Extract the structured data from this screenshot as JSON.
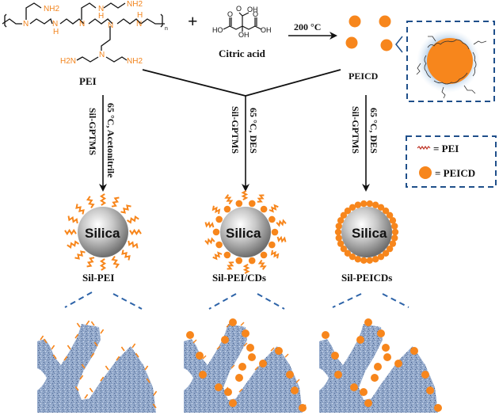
{
  "reactants": {
    "pei_label": "PEI",
    "plus": "+",
    "citric_acid_label": "Citric acid",
    "citric_acid_groups": [
      "OH",
      "O",
      "HO",
      "O",
      "OH",
      "OH",
      "O"
    ],
    "pei_atoms": [
      "NH2",
      "N",
      "H",
      "N",
      "N",
      "NH2",
      "H",
      "N",
      "N",
      "H",
      "N",
      "H2N",
      "N",
      "NH2",
      "n"
    ]
  },
  "synthesis_arrow": {
    "label": "200 °C"
  },
  "product": {
    "label": "PEICD"
  },
  "legend": {
    "items": [
      {
        "symbol": "pei-wavy-line",
        "label": "= PEI"
      },
      {
        "symbol": "peicd-dot",
        "label": "= PEICD"
      }
    ]
  },
  "routes": [
    {
      "condition": "65 °C, Acetonitrile",
      "reagent": "Sil-GPTMS",
      "core_label": "Silica",
      "product": "Sil-PEI"
    },
    {
      "condition": "65 °C, DES",
      "reagent": "Sil-GPTMS",
      "core_label": "Silica",
      "product": "Sil-PEI/CDs"
    },
    {
      "condition": "65 °C, DES",
      "reagent": "Sil-GPTMS",
      "core_label": "Silica",
      "product": "Sil-PEICDs"
    }
  ],
  "colors": {
    "orange": "#f7861c",
    "silica_gray": "#9a9a9a",
    "pore_blue": "#8ea5c8",
    "dash_blue": "#1f4f8a",
    "halo_blue": "#9cc0e0"
  }
}
